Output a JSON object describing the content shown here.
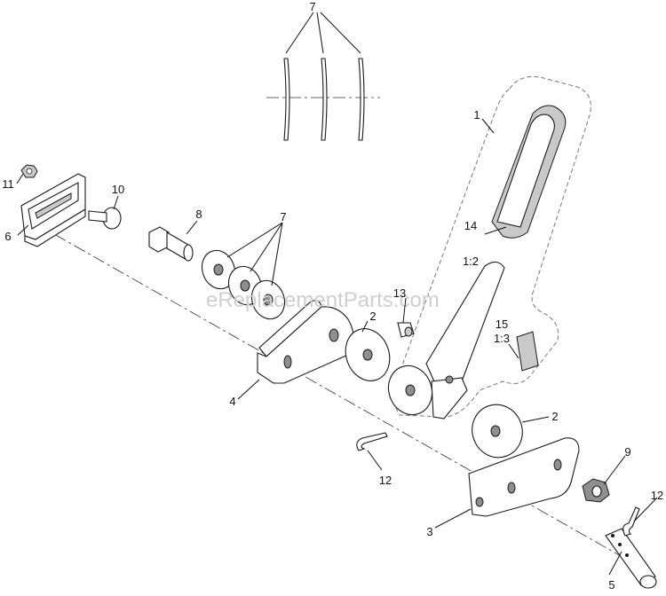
{
  "watermark": "eReplacementParts.com",
  "labels": {
    "l1": "1",
    "l2a": "2",
    "l2b": "2",
    "l3": "3",
    "l4": "4",
    "l5": "5",
    "l6": "6",
    "l7a": "7",
    "l7b": "7",
    "l8": "8",
    "l9": "9",
    "l10": "10",
    "l11": "11",
    "l12a": "12",
    "l12b": "12",
    "l13": "13",
    "l14": "14",
    "l14r": "1:2",
    "l15": "15",
    "l15r": "1:3"
  }
}
